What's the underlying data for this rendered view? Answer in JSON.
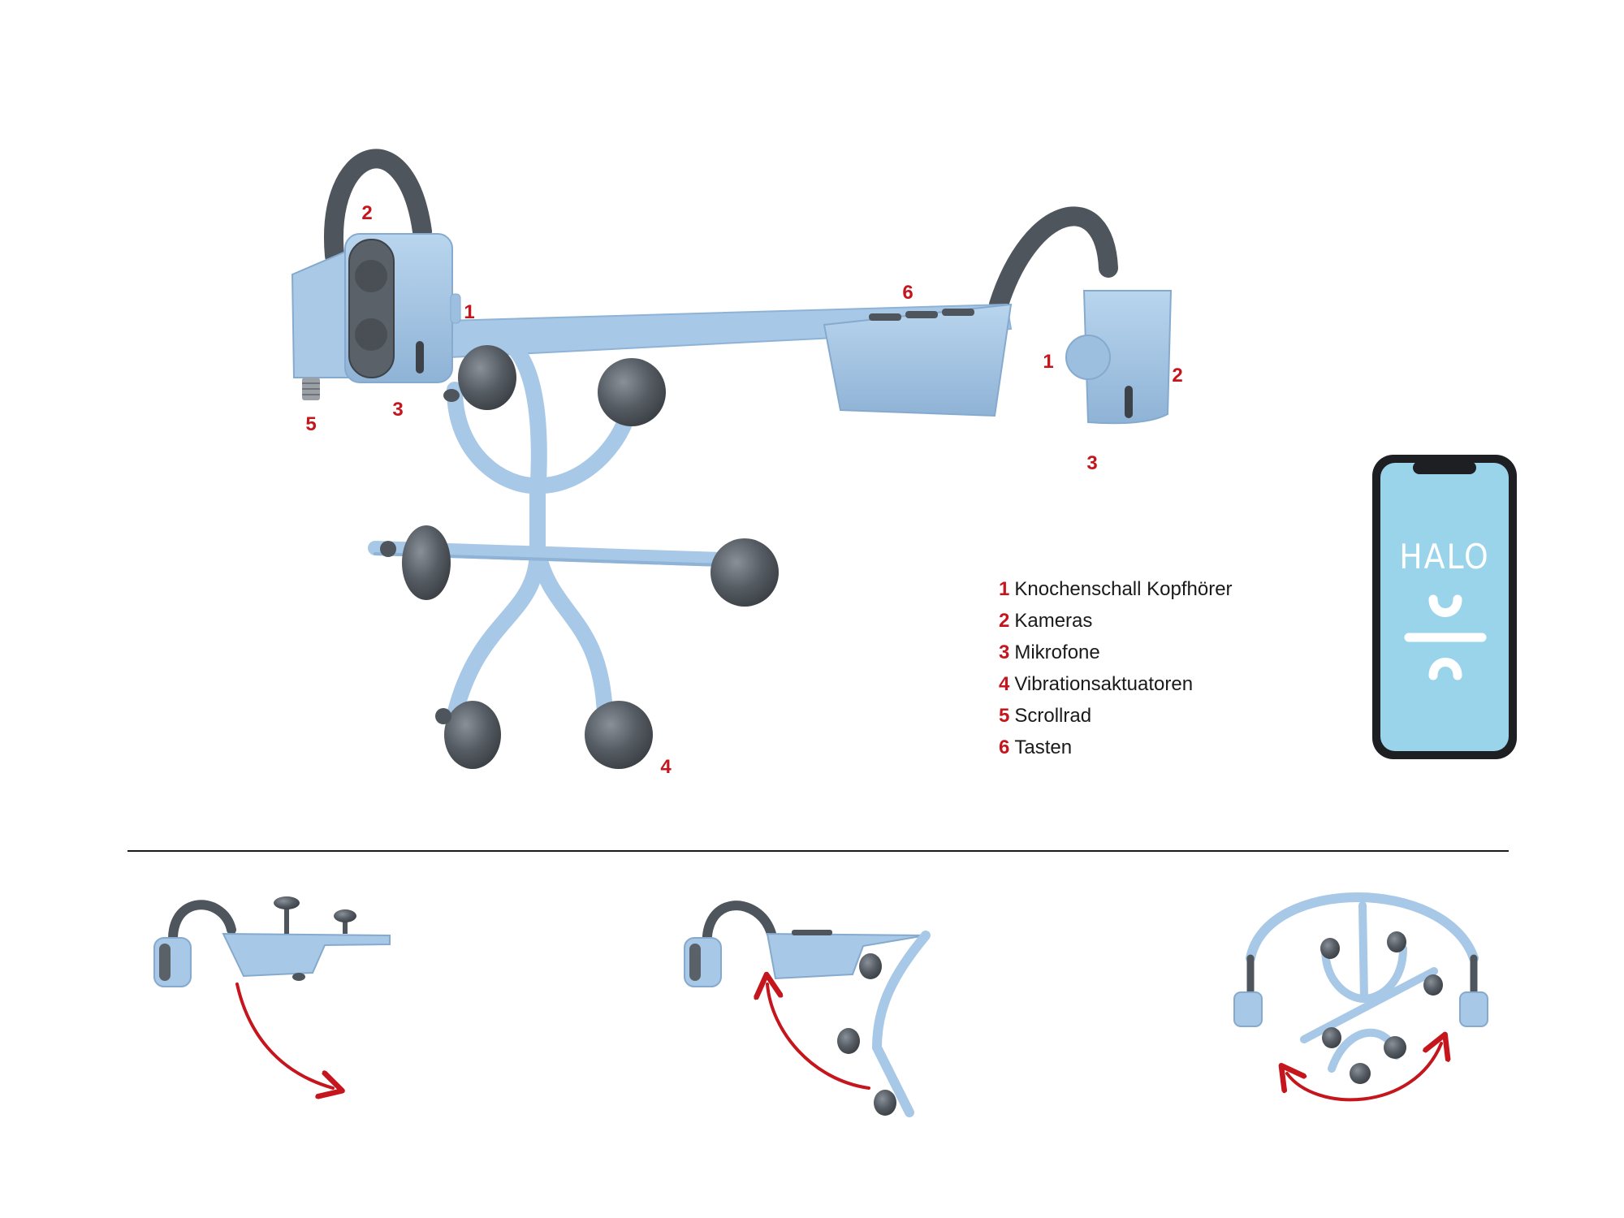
{
  "colors": {
    "accent": "#c4161c",
    "device_body": "#a7c8e6",
    "device_shade": "#8fb3d6",
    "rubber": "#4f555c",
    "phone_screen": "#9ad4ea",
    "phone_frame": "#1d1f23",
    "divider": "#1a1a1a"
  },
  "callouts": {
    "left_camera": "2",
    "left_headphone": "1",
    "left_mic": "3",
    "left_scroll": "5",
    "buttons": "6",
    "right_headphone": "1",
    "right_camera": "2",
    "right_mic": "3",
    "actuators": "4"
  },
  "legend": [
    {
      "num": "1",
      "label": "Knochenschall Kopfhörer"
    },
    {
      "num": "2",
      "label": "Kameras"
    },
    {
      "num": "3",
      "label": "Mikrofone"
    },
    {
      "num": "4",
      "label": "Vibrationsaktuatoren"
    },
    {
      "num": "5",
      "label": "Scrollrad"
    },
    {
      "num": "6",
      "label": "Tasten"
    }
  ],
  "phone": {
    "app_name": "HALO",
    "logo_icon": "halo-logo-icon"
  },
  "steps": [
    {
      "name": "fold-step-1",
      "arrow": "curved-arrow-down-right"
    },
    {
      "name": "fold-step-2",
      "arrow": "curved-arrow-up-left"
    },
    {
      "name": "fold-step-3",
      "arrow": "curved-arrow-double"
    }
  ]
}
